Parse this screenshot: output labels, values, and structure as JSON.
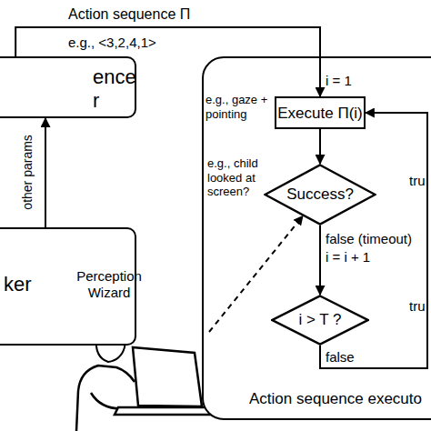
{
  "diagram": {
    "nodes": [
      {
        "text": [
          "ence r"
        ]
      },
      {
        "text": [
          "ker"
        ]
      },
      {
        "text": [
          "Perception Wizard"
        ]
      },
      {
        "text": [
          "Action sequence executo"
        ]
      },
      {
        "text": [
          "Execute Π(i)"
        ],
        "in": 3
      },
      {
        "text": [
          "Success?"
        ],
        "in": 3
      },
      {
        "text": [
          "i > T ?"
        ],
        "in": 3
      }
    ],
    "edges": [
      {
        "from": 0,
        "to": 4,
        "label": "Action sequence Π",
        "arrow": "to"
      },
      {
        "from": 1,
        "to": 0,
        "label": "other params",
        "arrow": "to"
      },
      {
        "from": 4,
        "to": 5,
        "arrow": "to"
      },
      {
        "from": 5,
        "to": 6,
        "label": "false (timeout)",
        "arrow": "to"
      },
      {
        "from": 6,
        "to": 4,
        "label": "false",
        "arrow": "to"
      },
      {
        "from": 2,
        "to": 5,
        "arrow": "to"
      }
    ],
    "labels": [
      "e.g., <3,2,4,1>",
      "i = 1",
      "e.g., gaze + pointing",
      "e.g., child looked at screen?",
      "tru",
      "i = i + 1",
      "tru"
    ]
  }
}
